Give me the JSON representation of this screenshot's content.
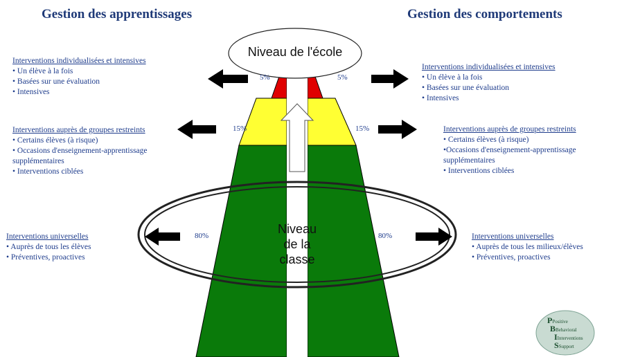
{
  "titles": {
    "left": "Gestion des apprentissages",
    "right": "Gestion des comportements"
  },
  "center": {
    "ecole": "Niveau de l'école",
    "classe_lines": [
      "Niveau",
      "de la",
      "classe"
    ]
  },
  "percents": {
    "top": "5%",
    "mid": "15%",
    "bottom": "80%"
  },
  "left": {
    "tier3": {
      "head": "Interventions individualisées et intensives",
      "items": [
        "• Un élève à la fois",
        "• Basées sur une évaluation",
        "• Intensives"
      ]
    },
    "tier2": {
      "head": "Interventions auprès de groupes restreints",
      "items": [
        "• Certains élèves (à risque)",
        "• Occasions d'enseignement-apprentissage",
        "supplémentaires",
        "• Interventions ciblées"
      ]
    },
    "tier1": {
      "head": "Interventions universelles",
      "items": [
        "• Auprès de tous les élèves",
        "• Préventives, proactives"
      ]
    }
  },
  "right": {
    "tier3": {
      "head": "Interventions individualisées et intensives",
      "items": [
        "• Un élève à la fois",
        "• Basées sur une évaluation",
        "• Intensives"
      ]
    },
    "tier2": {
      "head": "Interventions auprès de groupes restreints",
      "items": [
        "• Certains élèves (à risque)",
        "•Occasions d'enseignement-apprentissage",
        "supplémentaires",
        "• Interventions ciblées"
      ]
    },
    "tier1": {
      "head": "Interventions universelles",
      "items": [
        "• Auprès de tous les milieux/élèves",
        "• Préventives, proactives"
      ]
    }
  },
  "logo": {
    "letters": [
      "P",
      "B",
      "I",
      "S"
    ],
    "words": [
      "Positive",
      "Behavioral",
      "Interventions",
      "Support"
    ]
  },
  "colors": {
    "green": "#0a7a0a",
    "yellow": "#ffff33",
    "red": "#e00000",
    "title": "#1f3a78",
    "text": "#1e3c8c"
  }
}
